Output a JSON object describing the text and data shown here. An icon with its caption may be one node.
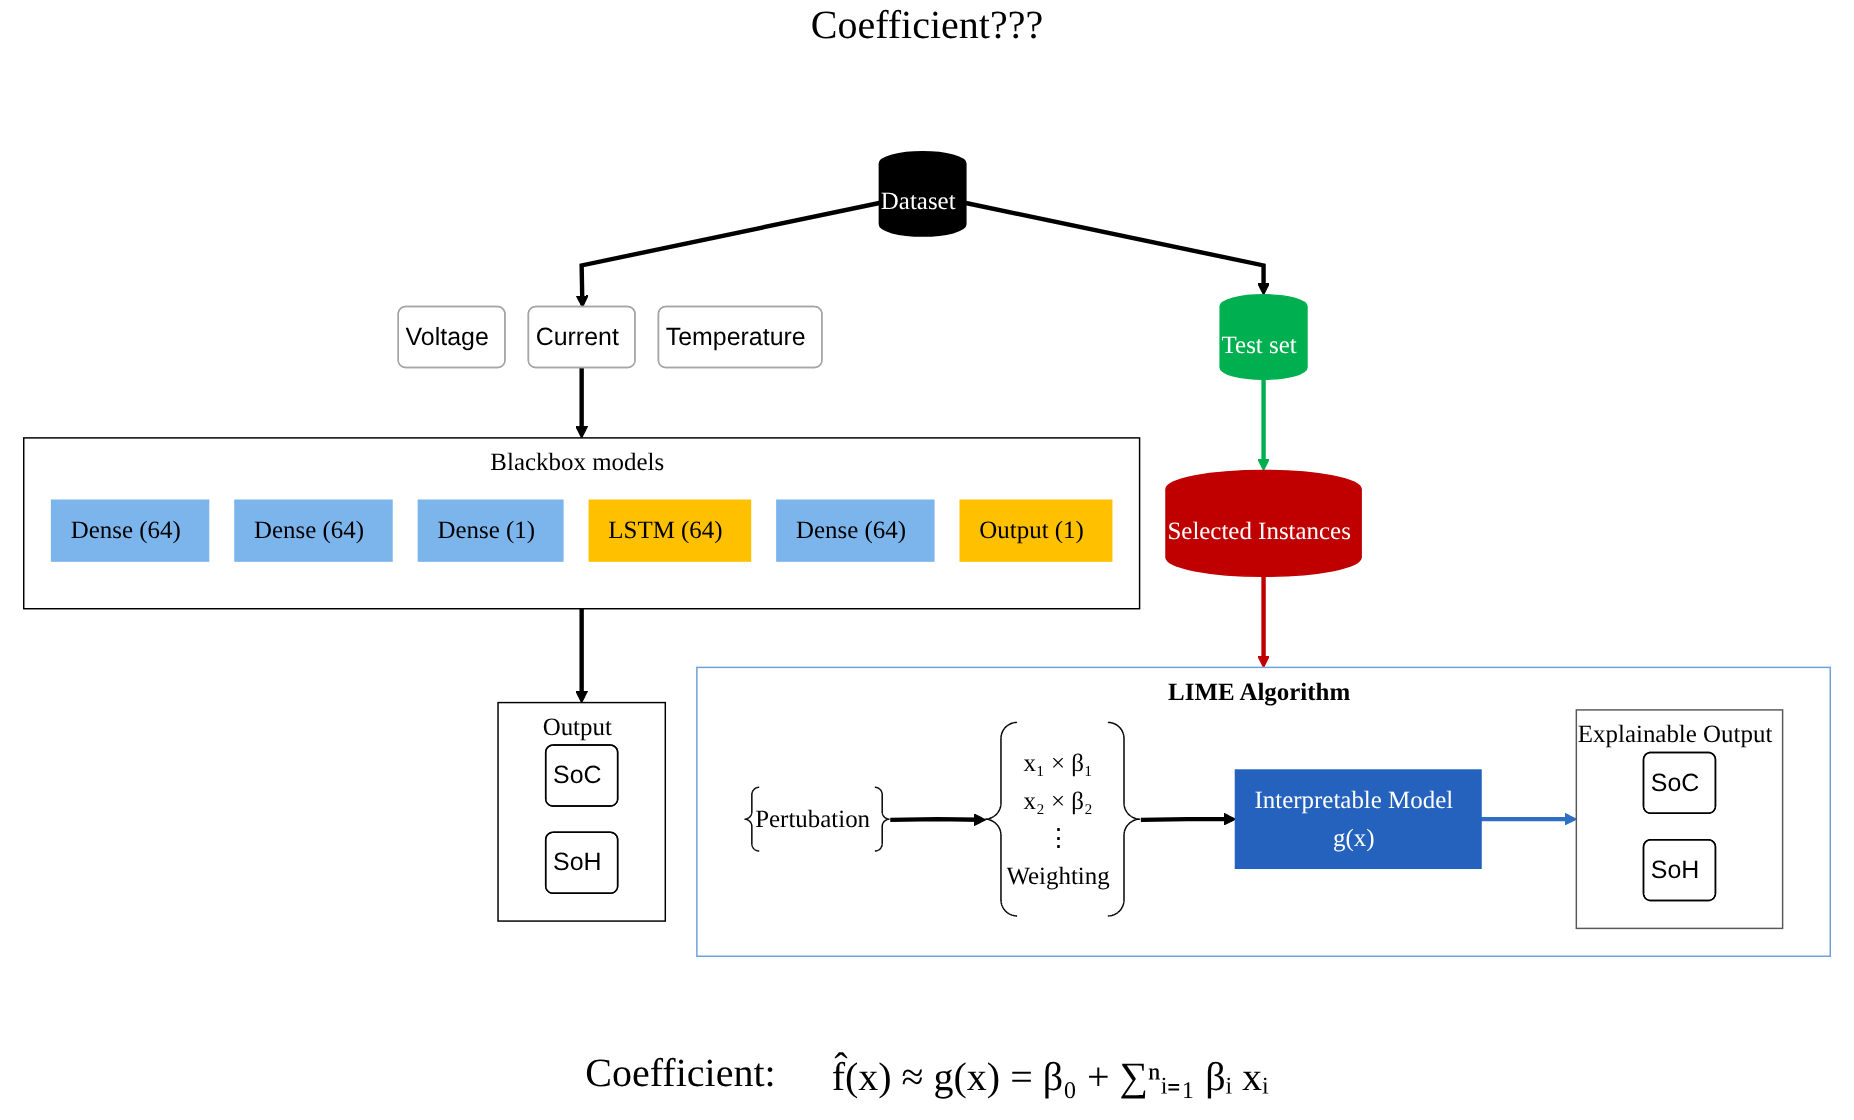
{
  "diagram": {
    "nodes": [
      {
        "text": [
          "Dataset"
        ]
      },
      {
        "text": [
          "Voltage"
        ]
      },
      {
        "text": [
          "Current"
        ]
      },
      {
        "text": [
          "Temperature"
        ]
      },
      {
        "text": [
          "Blackbox models"
        ]
      },
      {
        "text": [
          "Dense (64)"
        ],
        "in": 4
      },
      {
        "text": [
          "LSTM (64)"
        ],
        "in": 4
      },
      {
        "text": [
          "Dense (64)"
        ],
        "in": 4
      },
      {
        "text": [
          "Dense (64)"
        ],
        "in": 4
      },
      {
        "text": [
          "Dense (1)"
        ],
        "in": 4
      },
      {
        "text": [
          "Output (1)"
        ],
        "in": 4
      },
      {
        "text": [
          "Output"
        ]
      },
      {
        "text": [
          "SoC"
        ],
        "in": 11
      },
      {
        "text": [
          "SoH"
        ],
        "in": 11
      },
      {
        "text": [
          "Test set"
        ]
      },
      {
        "text": [
          "Selected Instances"
        ]
      },
      {
        "text": [
          "LIME Algorithm"
        ]
      },
      {
        "text": [
          "Pertubation"
        ],
        "in": 16
      },
      {
        "text": [
          "x₁ × β₁",
          "x₂ × β₂",
          "⋮",
          "Weighting"
        ],
        "in": 16
      },
      {
        "text": [
          "Interpretable Model",
          "g(x)"
        ],
        "in": 16
      },
      {
        "text": [
          "Explainable Output"
        ],
        "in": 16
      },
      {
        "text": [
          "SoC"
        ],
        "in": 20
      },
      {
        "text": [
          "SoH"
        ],
        "in": 20
      }
    ],
    "edges": [
      {
        "from": 0,
        "to": 2,
        "arrow": "to"
      },
      {
        "from": 2,
        "to": 4,
        "arrow": "to"
      },
      {
        "from": 4,
        "to": 11,
        "arrow": "to"
      },
      {
        "from": 0,
        "to": 14,
        "arrow": "to"
      },
      {
        "from": 14,
        "to": 15,
        "arrow": "to",
        "color": "#00b050"
      },
      {
        "from": 15,
        "to": 16,
        "arrow": "to",
        "color": "#c00000"
      },
      {
        "from": 17,
        "to": 18,
        "arrow": "to"
      },
      {
        "from": 18,
        "to": 19,
        "arrow": "to"
      },
      {
        "from": 19,
        "to": 20,
        "arrow": "to",
        "color": "#2e6fc4"
      }
    ],
    "labels": [
      "Coefficient???",
      "Coefficient:",
      "f̂(x) ≈ g(x) = β₀ + ∑ⁿᵢ₌₁ βᵢ xᵢ"
    ]
  }
}
